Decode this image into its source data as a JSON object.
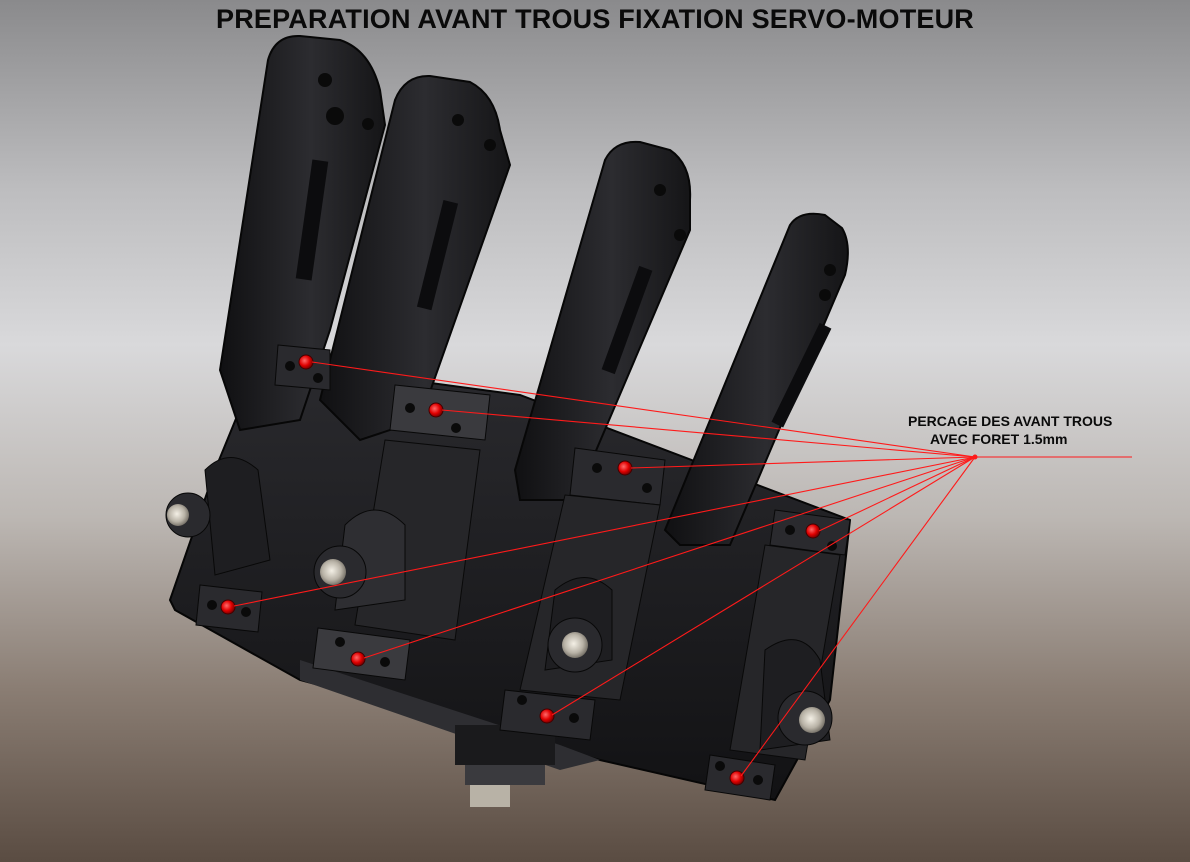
{
  "title": "PREPARATION AVANT TROUS FIXATION SERVO-MOTEUR",
  "annotation": {
    "line1": "PERCAGE DES AVANT TROUS",
    "line2": "AVEC FORET 1.5mm"
  },
  "colors": {
    "part": "#1c1c1e",
    "part_highlight": "#3a3a3e",
    "hole_marker": "#e00000",
    "leader_line": "#ff1a1a",
    "text": "#0a0a0a"
  }
}
